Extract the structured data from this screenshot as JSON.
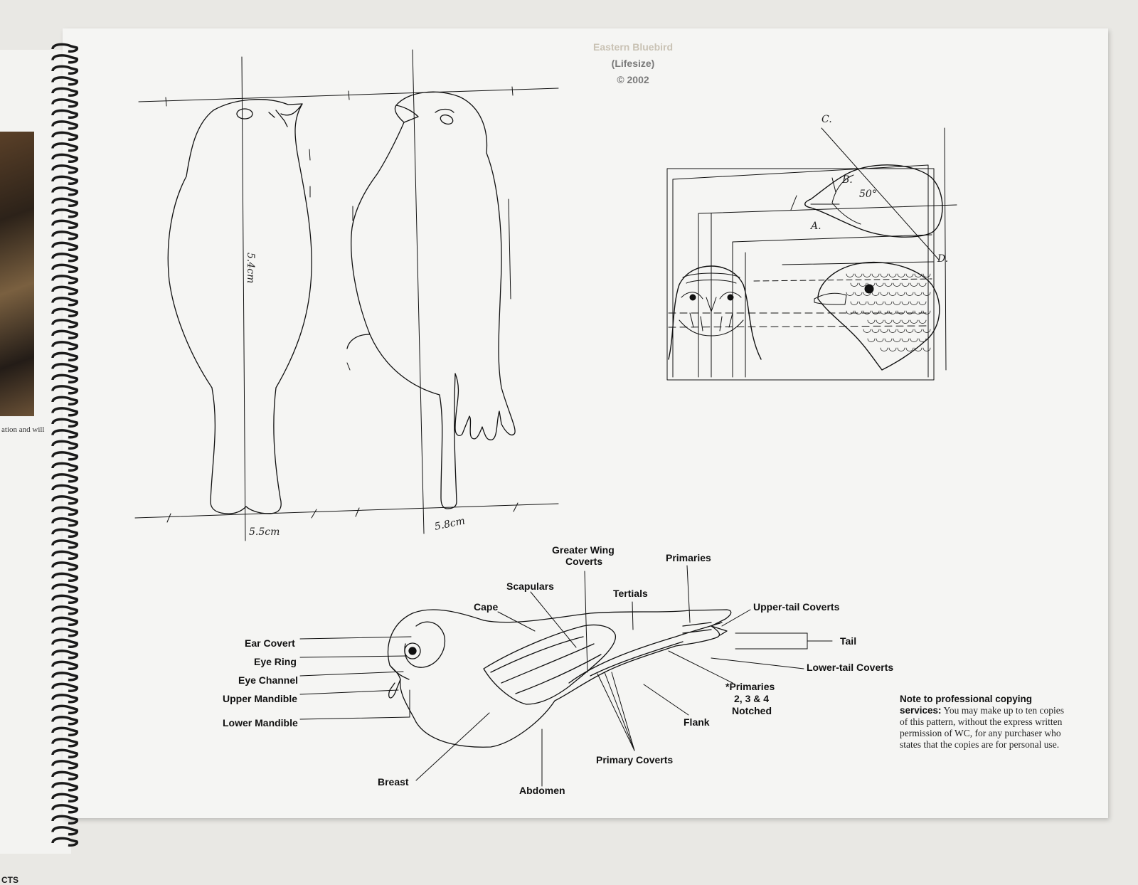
{
  "header": {
    "title": "Eastern Bluebird",
    "subtitle": "(Lifesize)",
    "copyright": "© 2002"
  },
  "measurements": {
    "height": "5.4cm",
    "front_width": "5.5cm",
    "side_width": "5.8cm"
  },
  "head_diagram": {
    "labels": [
      "C.",
      "B.",
      "A.",
      "D."
    ],
    "angle": "50°"
  },
  "anatomy_labels": {
    "greater_wing_coverts": [
      "Greater Wing",
      "Coverts"
    ],
    "primaries": "Primaries",
    "scapulars": "Scapulars",
    "tertials": "Tertials",
    "cape": "Cape",
    "upper_tail_coverts": "Upper-tail Coverts",
    "tail": "Tail",
    "lower_tail_coverts": "Lower-tail Coverts",
    "ear_covert": "Ear Covert",
    "eye_ring": "Eye Ring",
    "eye_channel": "Eye Channel",
    "upper_mandible": "Upper Mandible",
    "lower_mandible": "Lower Mandible",
    "primaries_notched": [
      "*Primaries",
      "2, 3 & 4",
      "Notched"
    ],
    "flank": "Flank",
    "primary_coverts": "Primary Coverts",
    "breast": "Breast",
    "abdomen": "Abdomen"
  },
  "note": {
    "heading": "Note to professional copying services:",
    "body": "You may make up to ten copies of this pattern, without the express written permission of WC, for any purchaser who states that the copies are for personal use."
  },
  "left_page": {
    "caption_fragment": "ation and will",
    "footer_fragment": "CTS"
  }
}
